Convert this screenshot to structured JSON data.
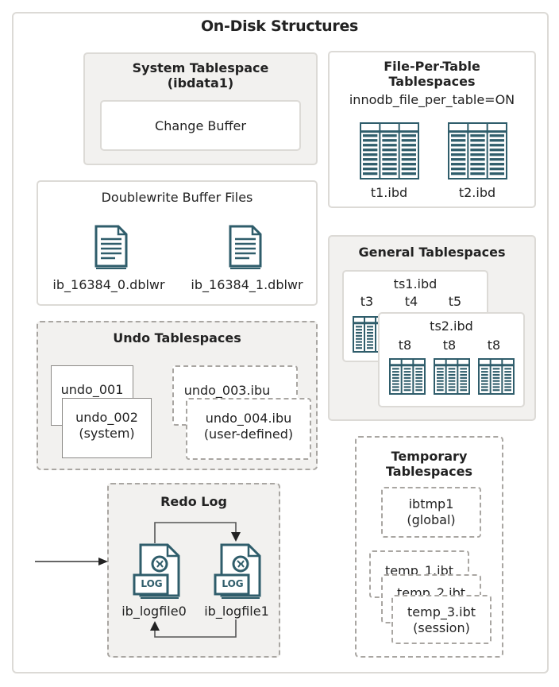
{
  "title": "On-Disk Structures",
  "colors": {
    "icon": "#2f5d6b",
    "panel_bg": "#f2f1ef",
    "border": "#dcdad6",
    "dashed": "#a9a6a2"
  },
  "system_tablespace": {
    "title_line1": "System Tablespace",
    "title_line2": "(ibdata1)",
    "change_buffer": "Change Buffer"
  },
  "file_per_table": {
    "title_line1": "File-Per-Table",
    "title_line2": "Tablespaces",
    "setting": "innodb_file_per_table=ON",
    "files": [
      {
        "name": "t1.ibd",
        "icon": "table-icon"
      },
      {
        "name": "t2.ibd",
        "icon": "table-icon"
      }
    ]
  },
  "doublewrite": {
    "title": "Doublewrite Buffer Files",
    "files": [
      {
        "name": "ib_16384_0.dblwr",
        "icon": "document-icon"
      },
      {
        "name": "ib_16384_1.dblwr",
        "icon": "document-icon"
      }
    ]
  },
  "general": {
    "title": "General Tablespaces",
    "ts1": {
      "name": "ts1.ibd",
      "tables": [
        "t3",
        "t4",
        "t5"
      ]
    },
    "ts2": {
      "name": "ts2.ibd",
      "tables": [
        "t8",
        "t8",
        "t8"
      ]
    }
  },
  "undo": {
    "title": "Undo Tablespaces",
    "u1": "undo_001",
    "u2_line1": "undo_002",
    "u2_line2": "(system)",
    "u3": "undo_003.ibu",
    "u4_line1": "undo_004.ibu",
    "u4_line2": "(user-defined)"
  },
  "redo": {
    "title": "Redo Log",
    "files": [
      {
        "name": "ib_logfile0",
        "badge": "LOG"
      },
      {
        "name": "ib_logfile1",
        "badge": "LOG"
      }
    ]
  },
  "temporary": {
    "title_line1": "Temporary",
    "title_line2": "Tablespaces",
    "global_line1": "ibtmp1",
    "global_line2": "(global)",
    "t1": "temp_1.ibt",
    "t2": "temp_2.ibt",
    "t3_line1": "temp_3.ibt",
    "t3_line2": "(session)"
  }
}
